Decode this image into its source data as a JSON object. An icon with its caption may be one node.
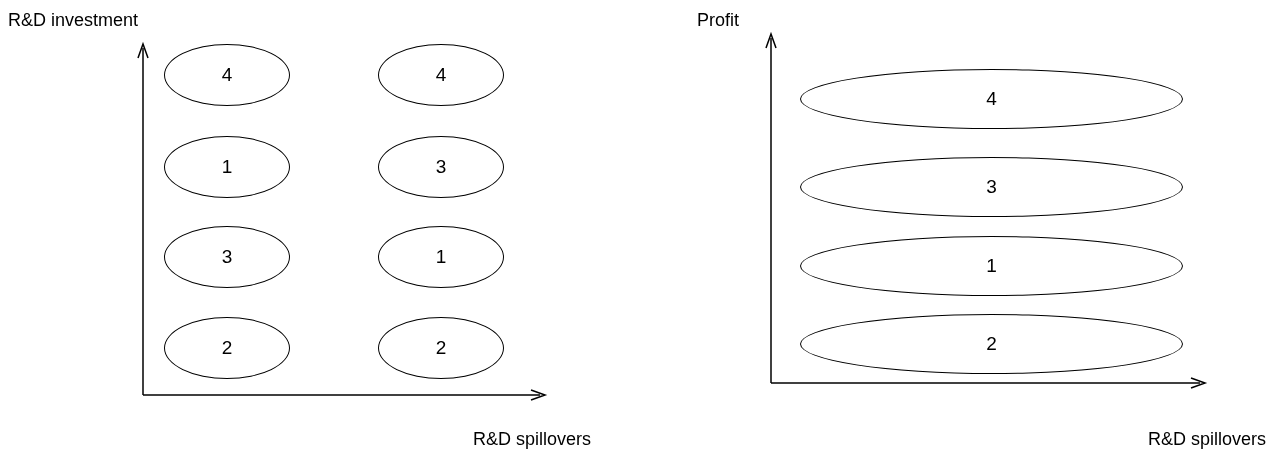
{
  "diagram": {
    "nodes": [
      {
        "text": [
          "4"
        ]
      },
      {
        "text": [
          "4"
        ]
      },
      {
        "text": [
          "1"
        ]
      },
      {
        "text": [
          "3"
        ]
      },
      {
        "text": [
          "3"
        ]
      },
      {
        "text": [
          "1"
        ]
      },
      {
        "text": [
          "2"
        ]
      },
      {
        "text": [
          "2"
        ]
      },
      {
        "text": [
          "4"
        ]
      },
      {
        "text": [
          "3"
        ]
      },
      {
        "text": [
          "1"
        ]
      },
      {
        "text": [
          "2"
        ]
      }
    ],
    "labels": [
      "R&D investment",
      "Profit",
      "R&D spillovers",
      "R&D spillovers"
    ]
  }
}
